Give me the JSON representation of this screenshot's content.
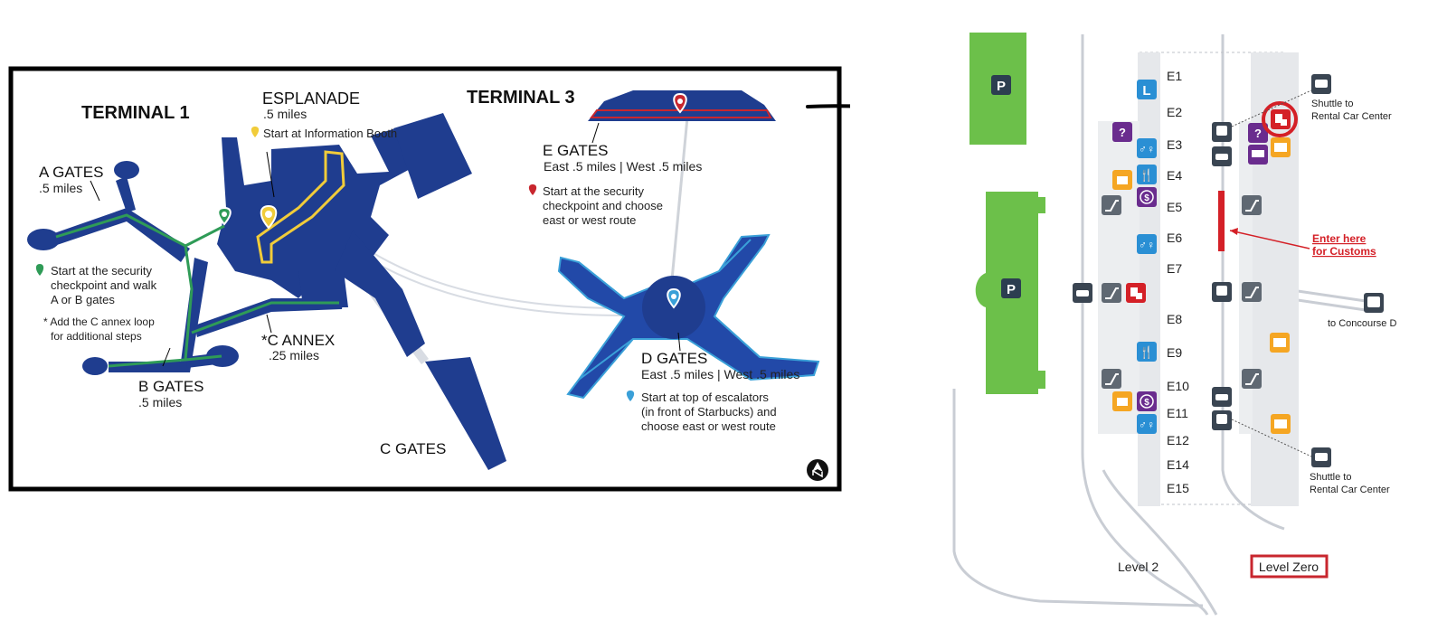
{
  "left_map": {
    "terminal1_title": "TERMINAL 1",
    "terminal3_title": "TERMINAL 3",
    "esplanade": {
      "title": "ESPLANADE",
      "distance": ".5 miles",
      "note": "Start at Information Booth"
    },
    "a_gates": {
      "title": "A GATES",
      "distance": ".5 miles"
    },
    "b_gates": {
      "title": "B GATES",
      "distance": ".5 miles"
    },
    "c_annex": {
      "title": "*C ANNEX",
      "distance": ".25 miles"
    },
    "c_gates": {
      "title": "C GATES"
    },
    "ab_note": [
      "Start at the security",
      "checkpoint and walk",
      "A or B gates"
    ],
    "annex_note": [
      "* Add the C annex loop",
      "for additional steps"
    ],
    "e_gates": {
      "title": "E GATES",
      "distance": "East .5 miles | West .5 miles",
      "note": [
        "Start at the security",
        "checkpoint and choose",
        "east or west route"
      ]
    },
    "d_gates": {
      "title": "D GATES",
      "distance": "East .5 miles | West .5 miles",
      "note": [
        "Start at top of escalators",
        "(in front of Starbucks) and",
        "choose east or west route"
      ]
    }
  },
  "right_map": {
    "gates": [
      "E1",
      "E2",
      "E3",
      "E4",
      "E5",
      "E6",
      "E7",
      "E8",
      "E9",
      "E10",
      "E11",
      "E12",
      "E14",
      "E15"
    ],
    "parking_label": "P",
    "lounge_label": "L",
    "shuttle_top": [
      "Shuttle to",
      "Rental Car Center"
    ],
    "shuttle_bottom": [
      "Shuttle to",
      "Rental Car Center"
    ],
    "customs": [
      "Enter here",
      "for Customs"
    ],
    "concourse_d": "to Concourse D",
    "level2": "Level 2",
    "level_zero": "Level Zero"
  },
  "colors": {
    "terminal_blue": "#1f3d8f",
    "route_green": "#2f9b57",
    "route_yellow": "#f1cc3a",
    "route_red": "#c8262e",
    "route_light_blue": "#3aa0d8",
    "parking_green": "#6cc04a",
    "customs_red": "#d42027",
    "purple_icon": "#6a2c8e",
    "orange_icon": "#f5a623",
    "blue_icon": "#2a8fd4",
    "dark_icon": "#3a4552"
  }
}
